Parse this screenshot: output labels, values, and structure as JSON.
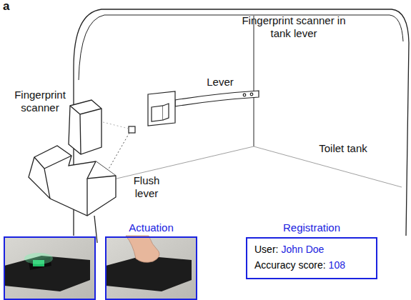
{
  "diagram": {
    "nodes": [
      {
        "text": [
          "Actuation"
        ]
      },
      {
        "text": [
          "Registration",
          "User:",
          "John Doe",
          "Accuracy score:",
          "108"
        ]
      }
    ],
    "labels": [
      "a",
      "Fingerprint scanner in tank lever",
      "Lever",
      "Fingerprint scanner",
      "Flush lever",
      "Toilet tank"
    ]
  }
}
